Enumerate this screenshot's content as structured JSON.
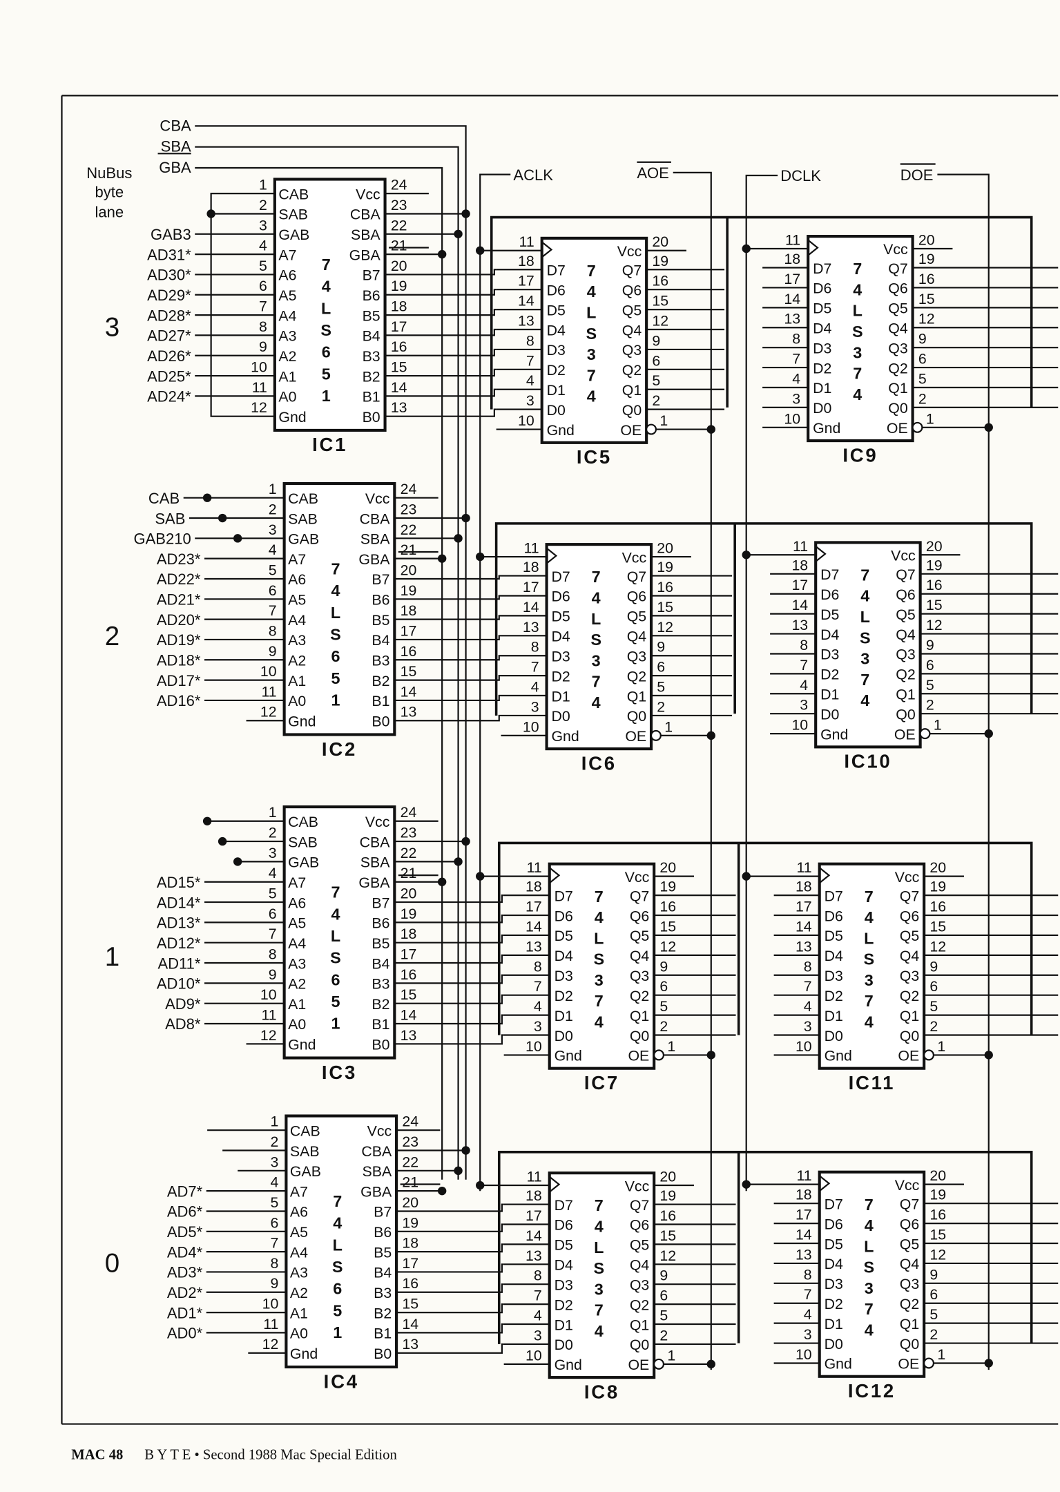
{
  "header": {
    "nubus_label": [
      "NuBus",
      "byte",
      "lane"
    ],
    "control_inputs": [
      "CBA",
      "SBA",
      "GBA"
    ],
    "clock_signals": {
      "aclk": "ACLK",
      "aoe": "AOE",
      "dclk": "DCLK",
      "doe": "DOE"
    }
  },
  "transceiver": {
    "part": [
      "7",
      "4",
      "L",
      "S",
      "6",
      "5",
      "1"
    ],
    "left_pins": [
      "CAB",
      "SAB",
      "GAB",
      "A7",
      "A6",
      "A5",
      "A4",
      "A3",
      "A2",
      "A1",
      "A0",
      "Gnd"
    ],
    "left_numbers": [
      "1",
      "2",
      "3",
      "4",
      "5",
      "6",
      "7",
      "8",
      "9",
      "10",
      "11",
      "12"
    ],
    "right_pins": [
      "Vcc",
      "CBA",
      "SBA",
      "GBA",
      "B7",
      "B6",
      "B5",
      "B4",
      "B3",
      "B2",
      "B1",
      "B0"
    ],
    "right_numbers": [
      "24",
      "23",
      "22",
      "21",
      "20",
      "19",
      "18",
      "17",
      "16",
      "15",
      "14",
      "13"
    ]
  },
  "latch": {
    "part": [
      "7",
      "4",
      "L",
      "S",
      "3",
      "7",
      "4"
    ],
    "left_pins": [
      "",
      "D7",
      "D6",
      "D5",
      "D4",
      "D3",
      "D2",
      "D1",
      "D0",
      "Gnd"
    ],
    "left_numbers": [
      "11",
      "18",
      "17",
      "14",
      "13",
      "8",
      "7",
      "4",
      "3",
      "10"
    ],
    "right_pins": [
      "Vcc",
      "Q7",
      "Q6",
      "Q5",
      "Q4",
      "Q3",
      "Q2",
      "Q1",
      "Q0",
      "OE"
    ],
    "right_numbers": [
      "20",
      "19",
      "16",
      "15",
      "12",
      "9",
      "6",
      "5",
      "2",
      "1"
    ]
  },
  "lanes": [
    {
      "number": "3",
      "transceiver": "IC1",
      "latch_a": "IC5",
      "latch_d": "IC9",
      "inputs": [
        "",
        "",
        "GAB3",
        "AD31*",
        "AD30*",
        "AD29*",
        "AD28*",
        "AD27*",
        "AD26*",
        "AD25*",
        "AD24*",
        ""
      ]
    },
    {
      "number": "2",
      "transceiver": "IC2",
      "latch_a": "IC6",
      "latch_d": "IC10",
      "inputs": [
        "CAB",
        "SAB",
        "GAB210",
        "AD23*",
        "AD22*",
        "AD21*",
        "AD20*",
        "AD19*",
        "AD18*",
        "AD17*",
        "AD16*",
        ""
      ]
    },
    {
      "number": "1",
      "transceiver": "IC3",
      "latch_a": "IC7",
      "latch_d": "IC11",
      "inputs": [
        "",
        "",
        "",
        "AD15*",
        "AD14*",
        "AD13*",
        "AD12*",
        "AD11*",
        "AD10*",
        "AD9*",
        "AD8*",
        ""
      ]
    },
    {
      "number": "0",
      "transceiver": "IC4",
      "latch_a": "IC8",
      "latch_d": "IC12",
      "inputs": [
        "",
        "",
        "",
        "AD7*",
        "AD6*",
        "AD5*",
        "AD4*",
        "AD3*",
        "AD2*",
        "AD1*",
        "AD0*",
        ""
      ]
    }
  ],
  "footer": {
    "page": "MAC 48",
    "publication": "B Y T E  •  Second 1988 Mac Special Edition"
  }
}
